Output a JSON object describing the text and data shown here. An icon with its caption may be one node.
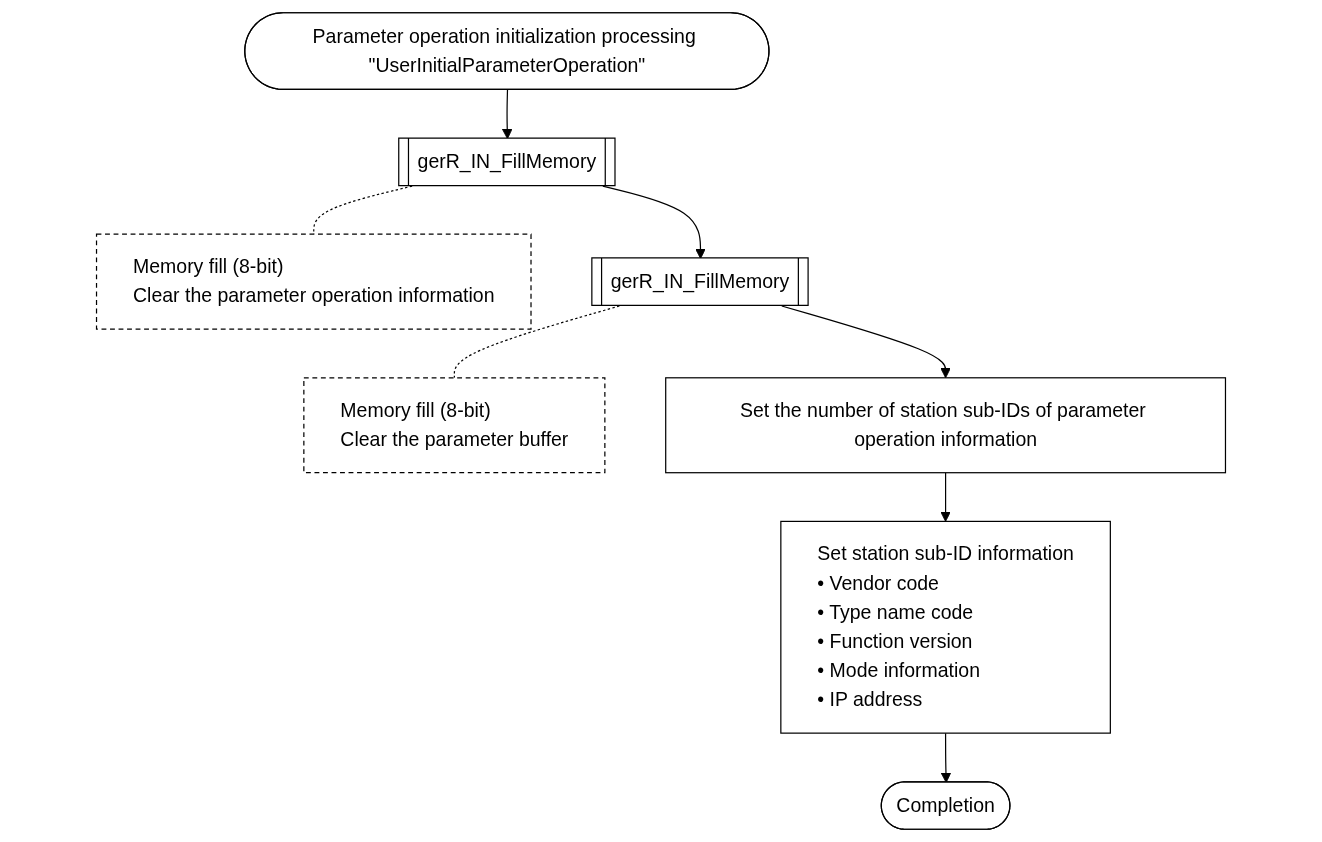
{
  "diagram": {
    "nodes": [
      {
        "text": [
          "Parameter operation initialization processing \"UserInitialParameterOperation\""
        ]
      },
      {
        "text": [
          "gerR_IN_FillMemory"
        ]
      },
      {
        "text": [
          "Memory fill (8-bit)",
          "Clear the parameter operation information"
        ]
      },
      {
        "text": [
          "gerR_IN_FillMemory"
        ]
      },
      {
        "text": [
          "Memory fill (8-bit)",
          "Clear the parameter buffer"
        ]
      },
      {
        "text": [
          "Set the number of station sub-IDs of parameter operation information"
        ]
      },
      {
        "text": [
          "Set station sub-ID information",
          "• Vendor code",
          "• Type name code",
          "• Function version",
          "• Mode information",
          "• IP address"
        ]
      },
      {
        "text": [
          "Completion"
        ]
      }
    ],
    "edges": [
      {
        "from": 0,
        "to": 1,
        "arrow": "to"
      },
      {
        "from": 1,
        "to": 2,
        "arrow": "none",
        "style": "dashed"
      },
      {
        "from": 1,
        "to": 3,
        "arrow": "to"
      },
      {
        "from": 3,
        "to": 4,
        "arrow": "none",
        "style": "dashed"
      },
      {
        "from": 3,
        "to": 5,
        "arrow": "to"
      },
      {
        "from": 5,
        "to": 6,
        "arrow": "to"
      },
      {
        "from": 6,
        "to": 7,
        "arrow": "to"
      }
    ]
  }
}
